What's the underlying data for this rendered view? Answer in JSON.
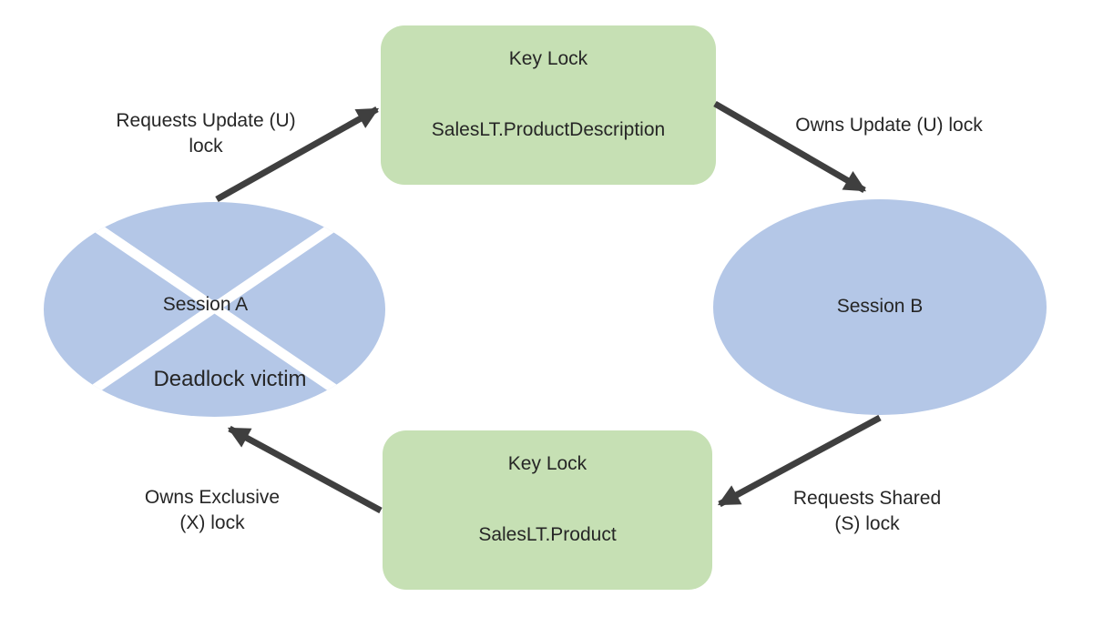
{
  "diagram": {
    "colors": {
      "background": "#ffffff",
      "lock-fill": "#c6e0b4",
      "session-fill": "#b4c7e7",
      "arrow": "#3f3f3f",
      "text": "#262626",
      "cross": "#ffffff"
    },
    "lock_top": {
      "title": "Key Lock",
      "resource": "SalesLT.ProductDescription"
    },
    "lock_bottom": {
      "title": "Key Lock",
      "resource": "SalesLT.Product"
    },
    "session_a": {
      "label": "Session A",
      "status": "Deadlock victim"
    },
    "session_b": {
      "label": "Session B"
    },
    "edge_a_to_top": {
      "line1": "Requests Update (U)",
      "line2": "lock"
    },
    "edge_top_to_b": {
      "line1": "Owns Update (U) lock",
      "line2": ""
    },
    "edge_b_to_bottom": {
      "line1": "Requests Shared",
      "line2": "(S) lock"
    },
    "edge_bottom_to_a": {
      "line1": "Owns Exclusive",
      "line2": "(X) lock"
    }
  }
}
